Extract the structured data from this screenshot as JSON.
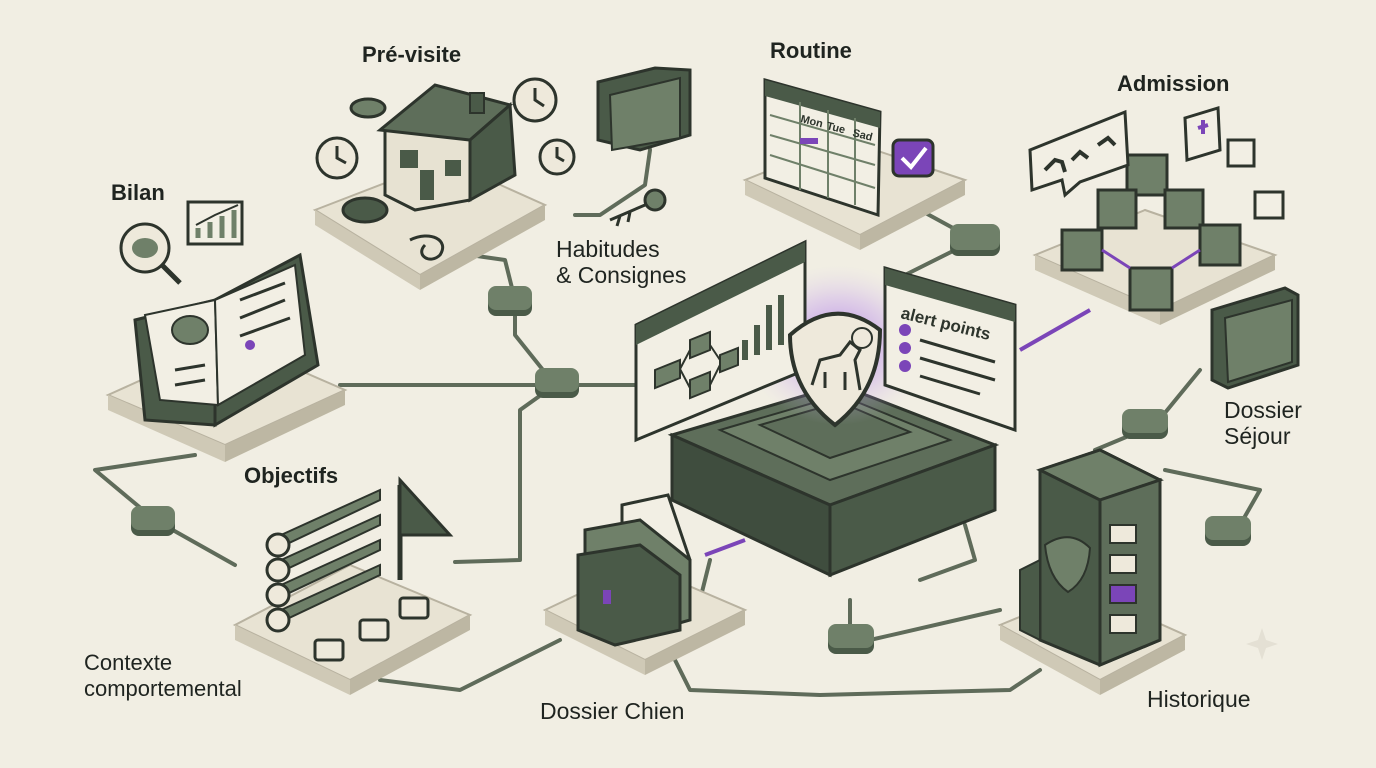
{
  "nodes": {
    "pre_visite": "Pré-visite",
    "routine": "Routine",
    "admission": "Admission",
    "bilan": "Bilan",
    "habitudes": "Habitudes\n& Consignes",
    "dossier_sejour": "Dossier\nSéjour",
    "objectifs": "Objectifs",
    "contexte": "Contexte\ncomportemental",
    "dossier_chien": "Dossier Chien",
    "historique": "Historique"
  },
  "calendar_days": [
    "Mon",
    "Tue",
    "Sad"
  ],
  "alert_panel_title": "alert points",
  "colors": {
    "background": "#f1eee3",
    "platform": "#e8e3d3",
    "dark_green": "#4a5a48",
    "mid_green": "#6f8069",
    "line": "#5f6b5a",
    "accent_purple": "#7b45b8",
    "ink": "#2d342c"
  }
}
